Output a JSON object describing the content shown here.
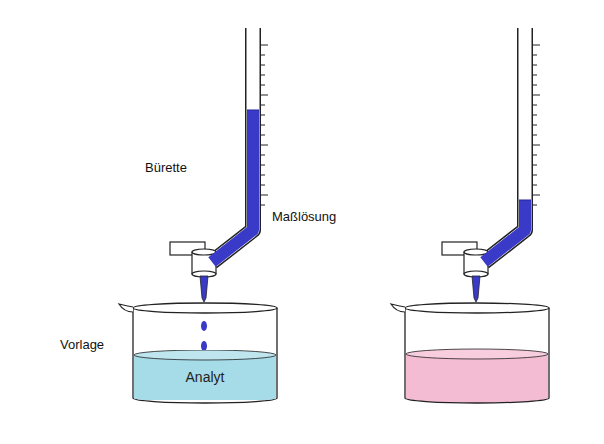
{
  "diagram": {
    "nodes": [
      {
        "text": [
          "Analyt"
        ]
      }
    ],
    "labels": [
      "Bürette",
      "Maßlösung",
      "Vorlage"
    ]
  }
}
